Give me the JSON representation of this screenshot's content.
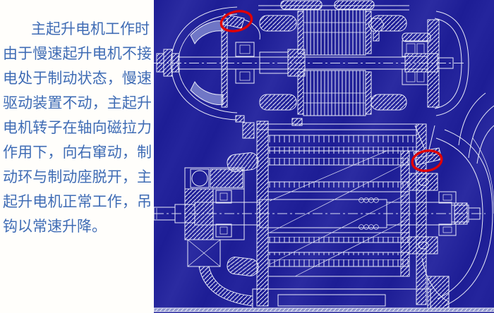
{
  "slide": {
    "type": "presentation-slide",
    "colors": {
      "text_panel_background": "#fffefb",
      "body_text": "#3f6cb5",
      "drawing_background": "#1d1d95",
      "drawing_linework": "#e8eaf8",
      "annotation_highlight": "#e10000",
      "ground_strip": "#8f96cc"
    }
  },
  "text": {
    "full_paragraph": "主起升电机工作时，由于慢速起升电机不接电处于制动状态，慢速驱动装置不动，主起升电机转子在轴向磁拉力作用下，向右窜动，制动环与制动座脱开，主起升电机正常工作，吊钩以常速升降。",
    "lines": [
      "主起升电机工作时，",
      "由于慢速起升电机不接",
      "电处于制动状态，慢速",
      "驱动装置不动，主起升",
      "电机转子在轴向磁拉力",
      "作用下，向右窜动，制",
      "动环与制动座脱开，主",
      "起升电机正常工作，吊",
      "钩以常速升降。"
    ]
  },
  "drawing": {
    "kind": "engineering-cross-section",
    "subject": "two stacked hoist motors, white CAD linework on blue",
    "annotations": [
      {
        "id": "highlight-ellipse-top",
        "shape": "red ellipse",
        "target": "brake ring of upper slow-speed motor"
      },
      {
        "id": "highlight-ellipse-bottom",
        "shape": "red ellipse",
        "target": "brake ring of lower main motor"
      }
    ]
  }
}
